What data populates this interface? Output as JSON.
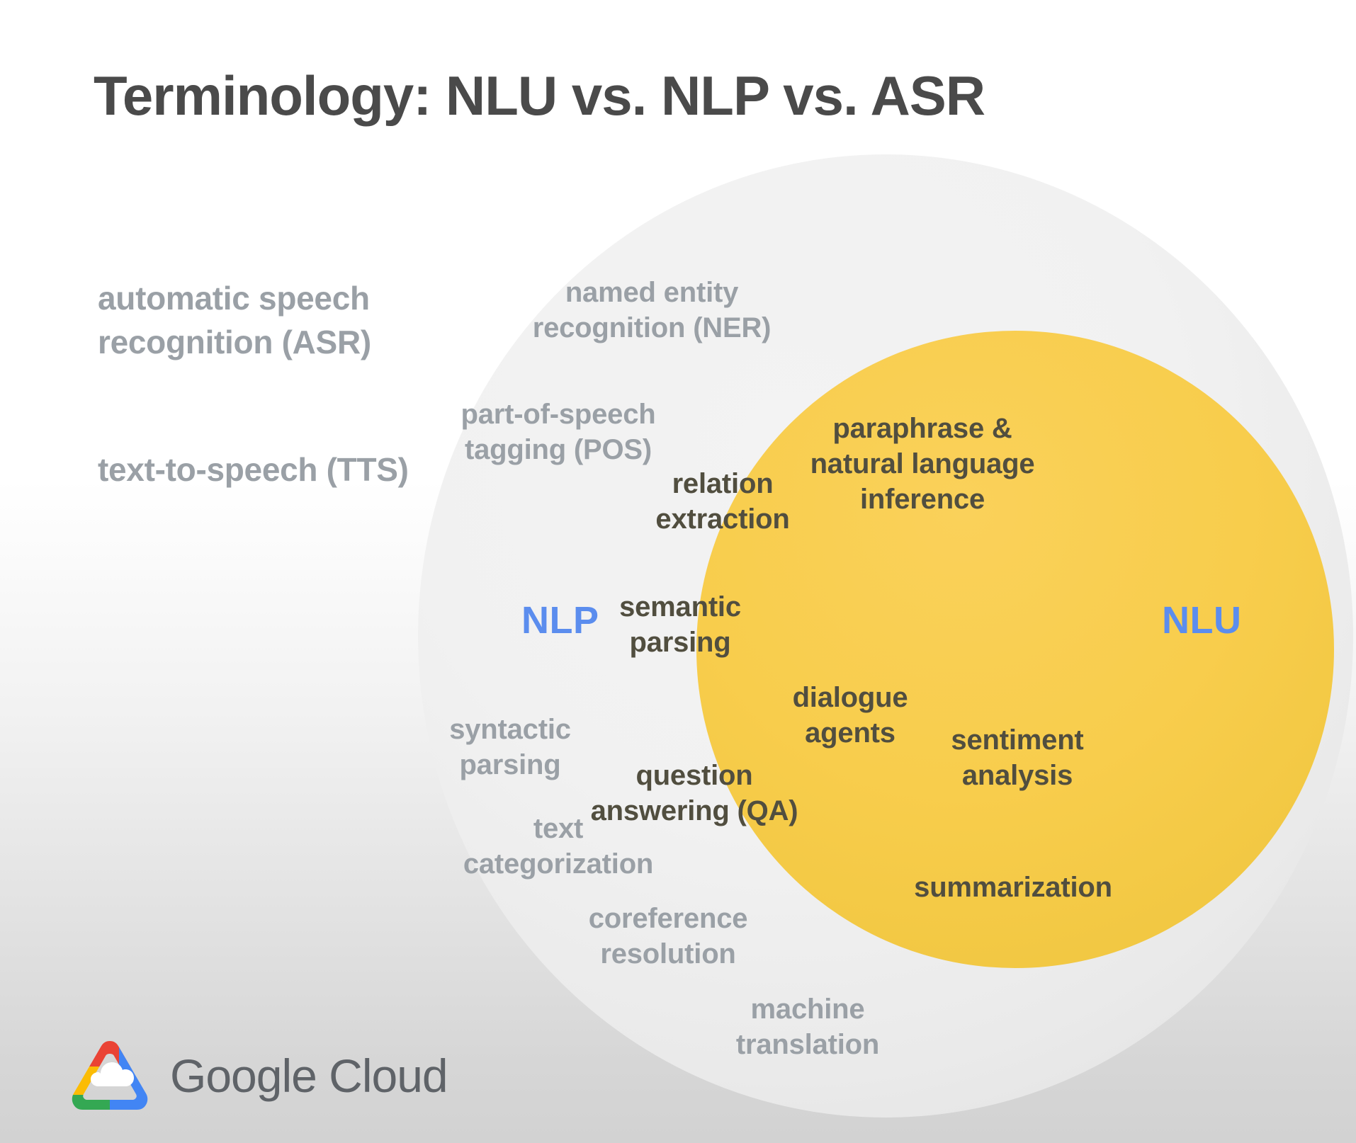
{
  "slide": {
    "title": "Terminology: NLU vs. NLP vs. ASR",
    "background_top_color": "#ffffff",
    "background_bottom_color": "#d2d2d2"
  },
  "left_column": {
    "items": [
      {
        "id": "asr",
        "text": "automatic speech recognition (ASR)"
      },
      {
        "id": "tts",
        "text": "text-to-speech (TTS)"
      }
    ],
    "text_color": "#9aa0a6"
  },
  "diagram": {
    "type": "venn",
    "outer_set": {
      "name": "NLP",
      "label": "NLP",
      "label_color": "#5b8dee",
      "fill_color": "#f1f1f1",
      "terms": [
        "named entity recognition (NER)",
        "part-of-speech tagging (POS)",
        "syntactic parsing",
        "text categorization",
        "coreference resolution",
        "machine translation"
      ],
      "term_color": "#9aa0a6"
    },
    "inner_set": {
      "name": "NLU",
      "label": "NLU",
      "label_color": "#5b8dee",
      "fill_color": "#f8cd4c",
      "terms": [
        "relation extraction",
        "paraphrase & natural language inference",
        "semantic parsing",
        "dialogue agents",
        "question answering (QA)",
        "sentiment analysis",
        "summarization"
      ],
      "term_color": "#514e3f"
    },
    "terms": {
      "ner": "named entity\nrecognition (NER)",
      "pos": "part-of-speech\ntagging (POS)",
      "syntactic": "syntactic\nparsing",
      "textcat": "text\ncategorization",
      "coref": "coreference\nresolution",
      "mt": "machine\ntranslation",
      "relation": "relation\nextraction",
      "paraphrase": "paraphrase &\nnatural language\ninference",
      "semantic": "semantic\nparsing",
      "dialogue": "dialogue\nagents",
      "qa": "question\nanswering (QA)",
      "sentiment": "sentiment\nanalysis",
      "summarization": "summarization"
    }
  },
  "footer": {
    "logo_text": "Google Cloud",
    "logo_colors": {
      "red": "#ea4335",
      "yellow": "#fbbc05",
      "green": "#34a853",
      "blue": "#4285f4"
    },
    "text_color": "#5f6368"
  }
}
